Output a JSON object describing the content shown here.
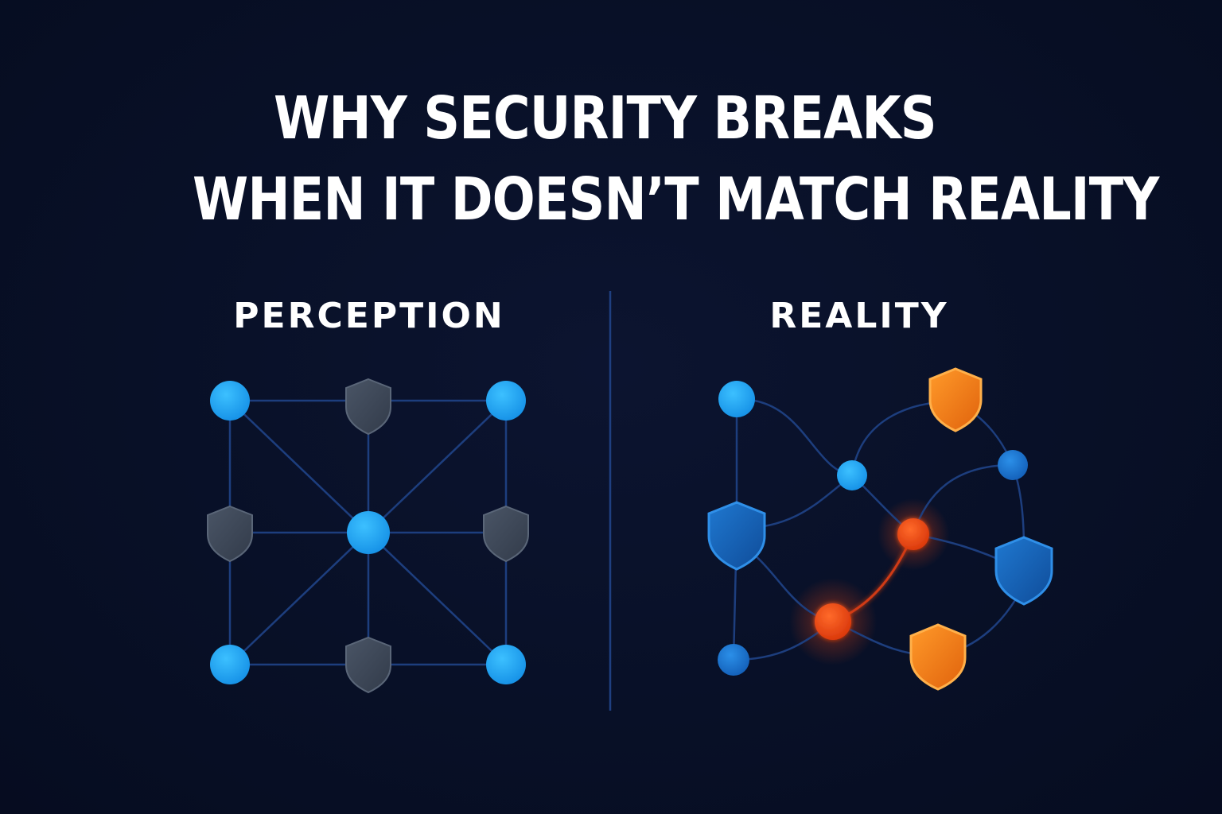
{
  "title": {
    "line1": "WHY SECURITY BREAKS",
    "line2": "WHEN IT DOESN’T MATCH REALITY"
  },
  "panels": {
    "perception": {
      "label": "PERCEPTION"
    },
    "reality": {
      "label": "REALITY"
    }
  },
  "colors": {
    "background": "#081027",
    "node_blue": "#1aa3f0",
    "node_blue_dark": "#1670c9",
    "shield_gray": "#3e4858",
    "shield_blue": "#1660b4",
    "shield_orange": "#f07d1a",
    "node_red": "#e8440c",
    "edge": "#1d3e7e",
    "edge_alert": "#d03a12"
  },
  "icons": {
    "shield": "shield-icon",
    "node": "node-circle"
  }
}
